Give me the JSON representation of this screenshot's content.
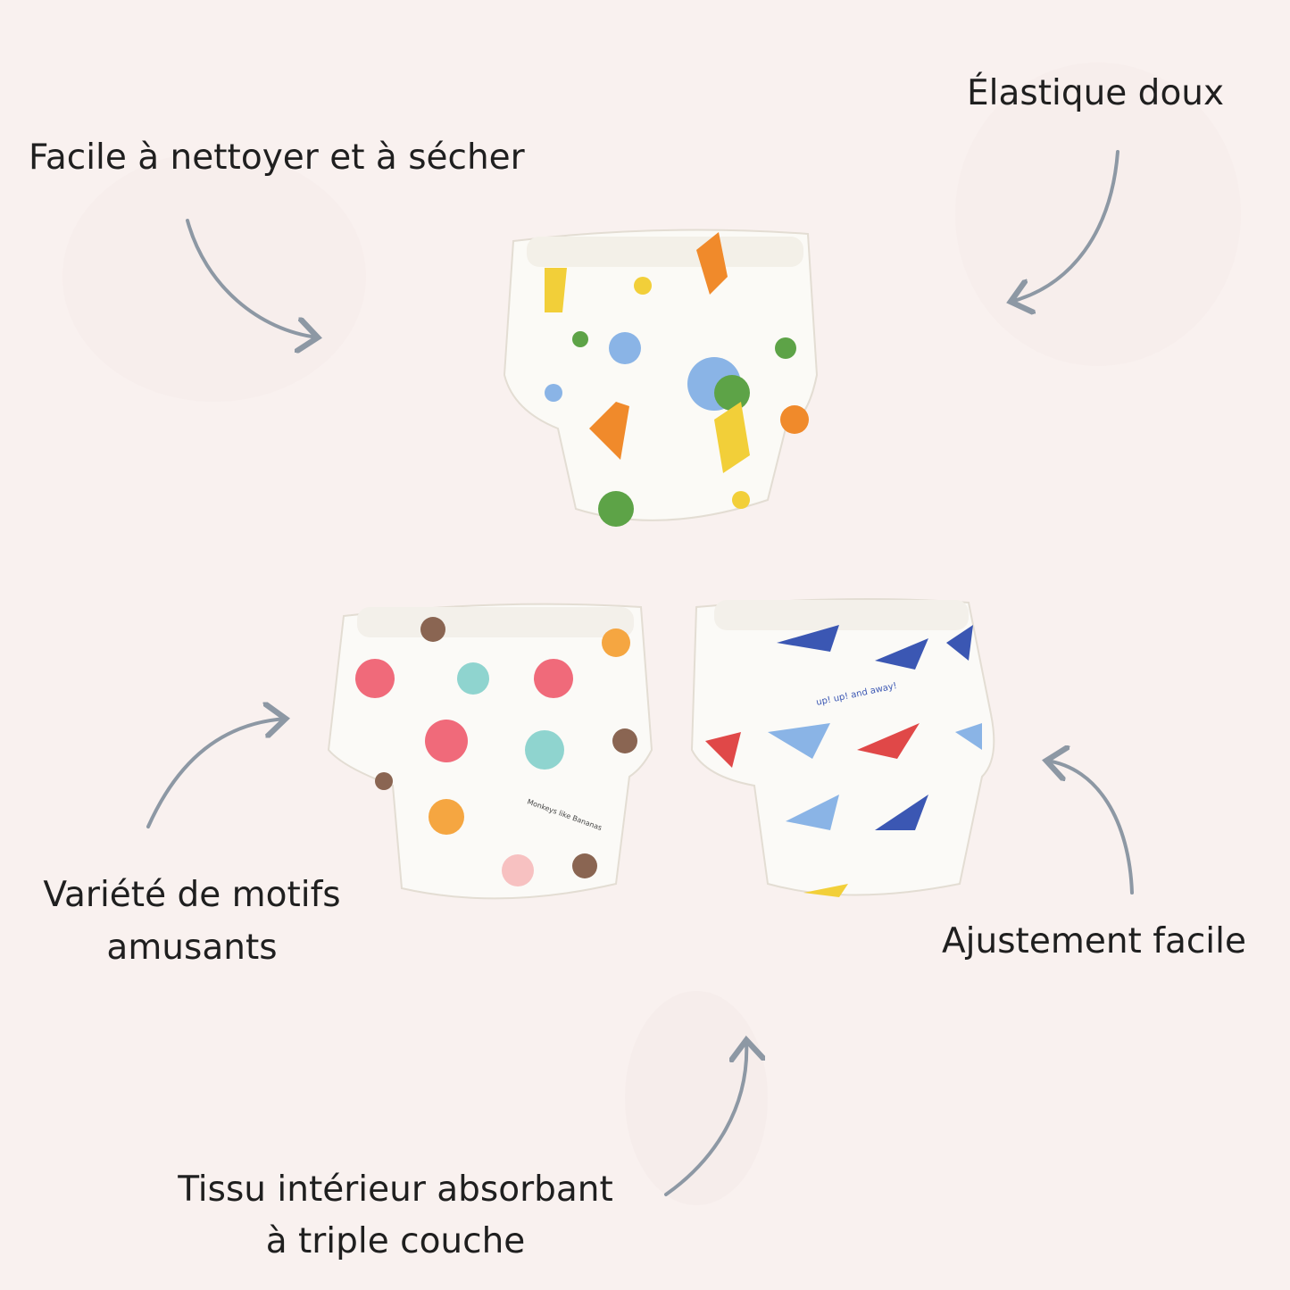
{
  "features": {
    "top_left": "Facile à nettoyer et à sécher",
    "top_right": "Élastique doux",
    "mid_left_line1": "Variété de motifs",
    "mid_left_line2": "amusants",
    "mid_right": "Ajustement facile",
    "bottom_line1": "Tissu intérieur absorbant",
    "bottom_line2": "à triple couche"
  },
  "print_text": {
    "airplane": "up! up! and away!",
    "monkey": "Monkeys like Bananas"
  },
  "colors": {
    "background": "#f9f1ef",
    "arrow": "#8d98a4",
    "text": "#1f1f1f"
  }
}
